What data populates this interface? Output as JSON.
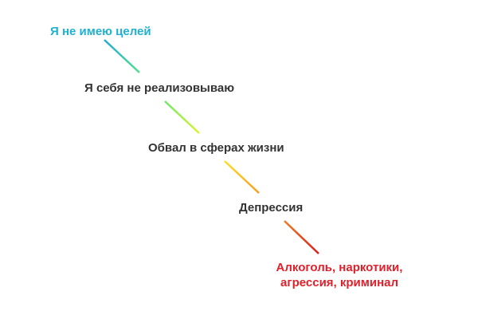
{
  "diagram": {
    "type": "cascade",
    "steps": [
      {
        "label": "Я не имею целей",
        "color": "#1fb2d0"
      },
      {
        "label": "Я себя не реализовываю",
        "color": "#333333"
      },
      {
        "label": "Обвал в сферах жизни",
        "color": "#333333"
      },
      {
        "label": "Депрессия",
        "color": "#333333"
      },
      {
        "label": "Алкоголь, наркотики,",
        "label2": "агрессия, криминал",
        "color": "#e0202a"
      }
    ],
    "connectors": [
      {
        "from": 0,
        "to": 1,
        "start_color": "#21a9d8",
        "end_color": "#4fe08a"
      },
      {
        "from": 1,
        "to": 2,
        "start_color": "#6fe86a",
        "end_color": "#d8f52a"
      },
      {
        "from": 2,
        "to": 3,
        "start_color": "#ffdd22",
        "end_color": "#f59c1e"
      },
      {
        "from": 3,
        "to": 4,
        "start_color": "#f07a22",
        "end_color": "#d61e1e"
      }
    ]
  }
}
